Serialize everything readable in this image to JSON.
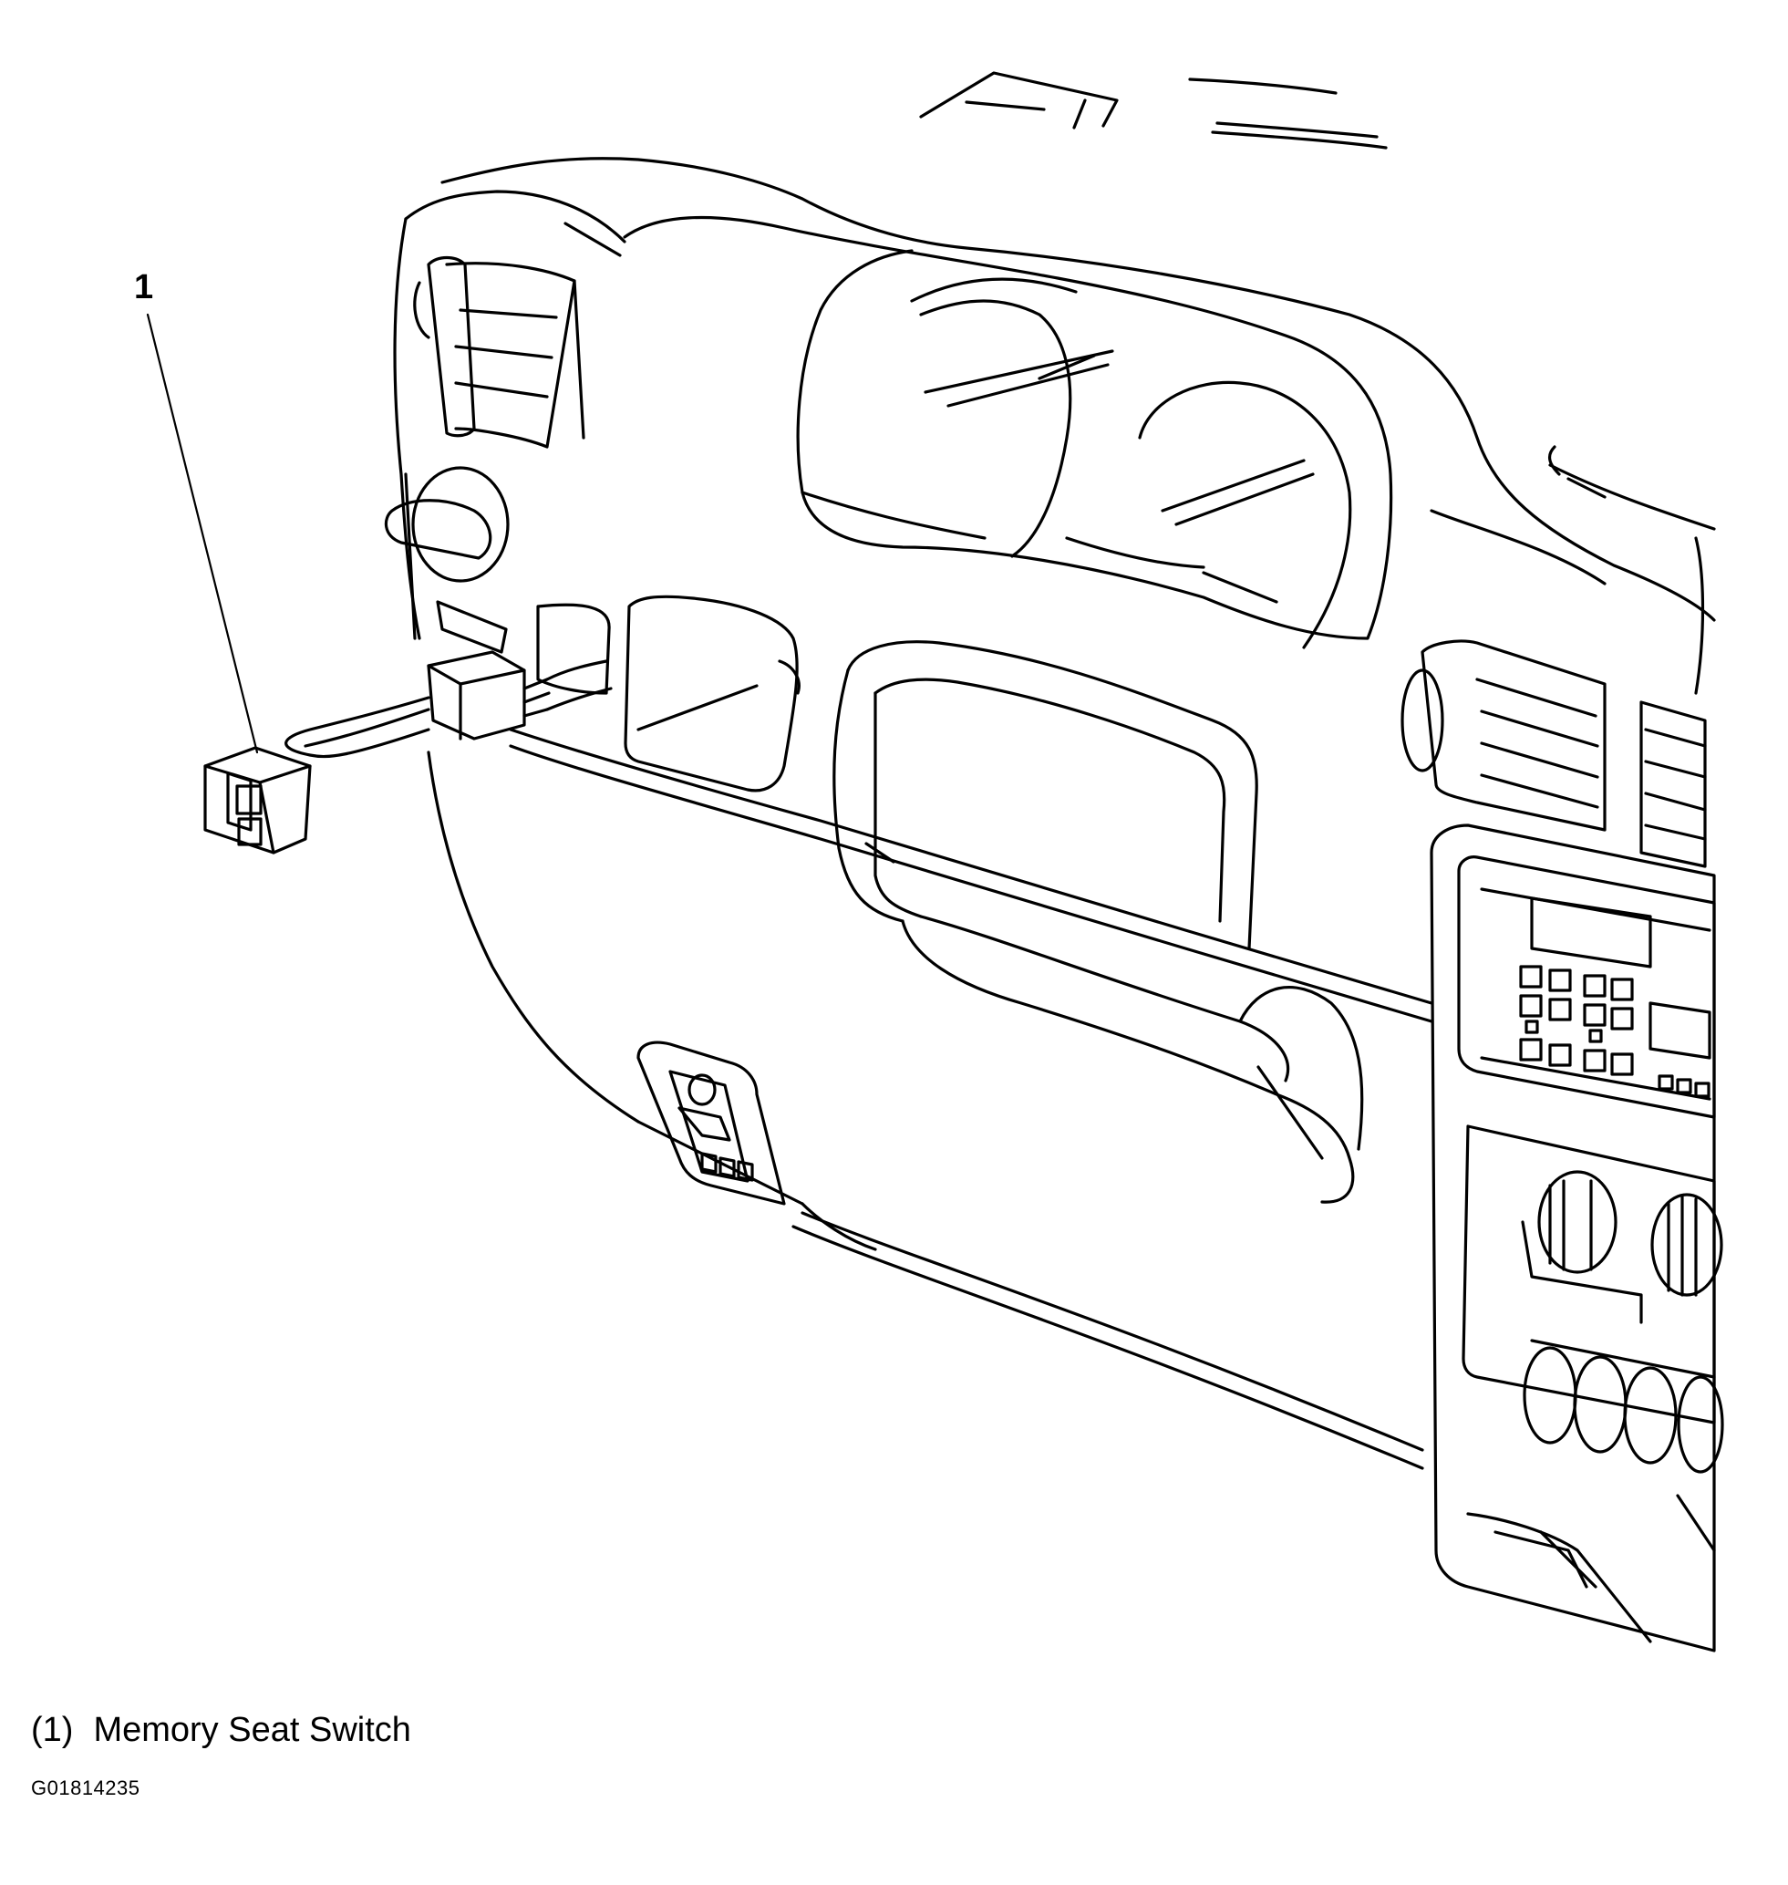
{
  "callouts": [
    {
      "number": "1",
      "label": "Memory Seat Switch",
      "caption_number": "(1)"
    }
  ],
  "figure_id": "G01814235",
  "colors": {
    "line": "#000000",
    "background": "#ffffff"
  }
}
